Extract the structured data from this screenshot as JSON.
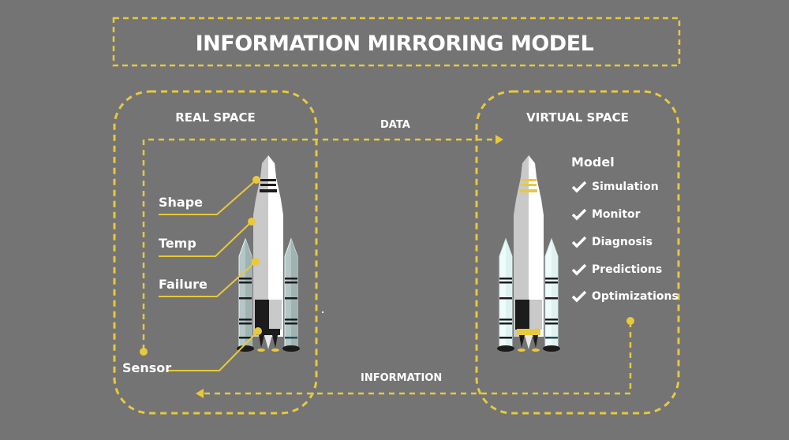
{
  "title": "INFORMATION MIRRORING MODEL",
  "colors": {
    "background": "#747474",
    "accent": "#e8c93a",
    "text": "#ffffff",
    "rocket_body": "#c8c8c8",
    "rocket_highlight": "#ffffff",
    "booster_real": "#b8c8c8",
    "booster_virtual": "#eefafa",
    "dark": "#1c1c1c"
  },
  "real_space": {
    "heading": "REAL SPACE",
    "labels": [
      "Shape",
      "Temp",
      "Failure",
      "Sensor"
    ]
  },
  "virtual_space": {
    "heading": "VIRTUAL SPACE",
    "model_heading": "Model",
    "items": [
      "Simulation",
      "Monitor",
      "Diagnosis",
      "Predictions",
      "Optimizations"
    ]
  },
  "flows": {
    "data_label": "DATA",
    "information_label": "INFORMATION"
  },
  "icons": {
    "check": "check-icon",
    "rocket": "rocket-icon",
    "arrow": "arrow-right-icon"
  }
}
